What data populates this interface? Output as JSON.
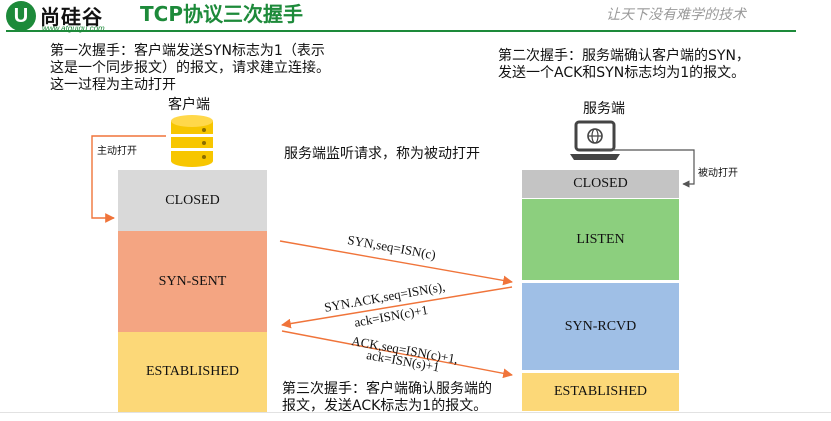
{
  "header": {
    "logo_letter": "U",
    "brand_name": "尚硅谷",
    "brand_url": "www.atguigu.com",
    "title": "TCP协议三次握手",
    "slogan": "让天下没有难学的技术"
  },
  "notes": {
    "first": [
      "第一次握手：客户端发送SYN标志为1（表示",
      "这是一个同步报文）的报文，请求建立连接。",
      "这一过程为主动打开"
    ],
    "second": [
      "第二次握手：服务端确认客户端的SYN，",
      "发送一个ACK和SYN标志均为1的报文。"
    ],
    "listen": "服务端监听请求，称为被动打开",
    "third": [
      "第三次握手：客户端确认服务端的",
      "报文，发送ACK标志为1的报文。"
    ]
  },
  "client": {
    "label": "客户端",
    "open_label": "主动打开",
    "states": [
      {
        "label": "CLOSED",
        "color": "#d9d9d9"
      },
      {
        "label": "SYN-SENT",
        "color": "#f4a582"
      },
      {
        "label": "ESTABLISHED",
        "color": "#fcd878"
      }
    ]
  },
  "server": {
    "label": "服务端",
    "open_label": "被动打开",
    "states": [
      {
        "label": "CLOSED",
        "color": "#c4c4c4"
      },
      {
        "label": "LISTEN",
        "color": "#8ccf7e"
      },
      {
        "label": "SYN-RCVD",
        "color": "#9fbfe6"
      },
      {
        "label": "ESTABLISHED",
        "color": "#fcd878"
      }
    ]
  },
  "messages": {
    "syn": "SYN,seq=ISN(c)",
    "synack_1": "SYN.ACK,seq=ISN(s),",
    "synack_2": "ack=ISN(c)+1",
    "ack_1": "ACK,seq=ISN(c)+1,",
    "ack_2": "ack=ISN(s)+1"
  },
  "colors": {
    "brand_green": "#1d8a3a",
    "arrow": "#f0743a",
    "database_icon": "database-icon",
    "laptop_icon": "laptop-icon"
  }
}
